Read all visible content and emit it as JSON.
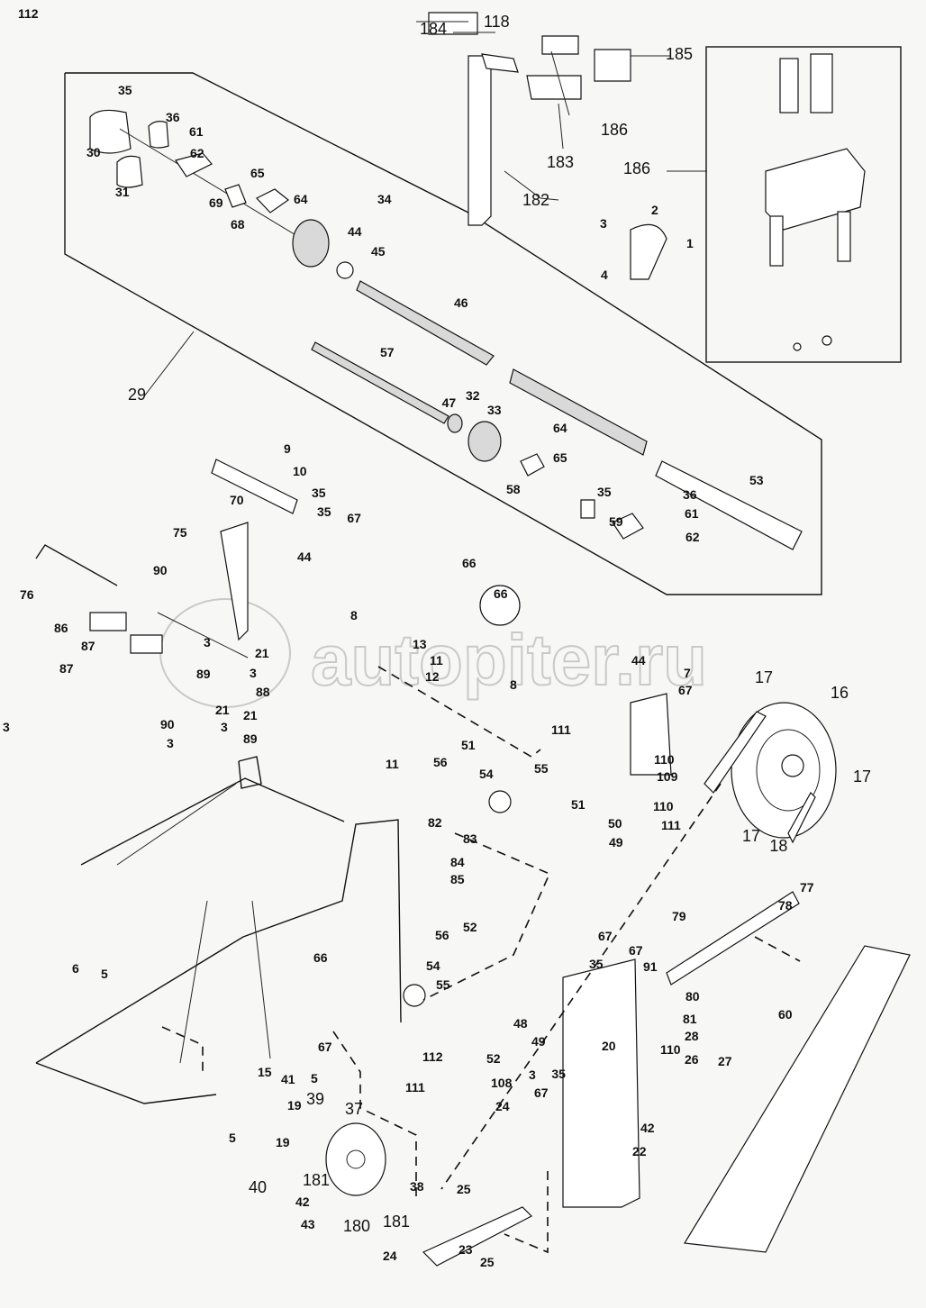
{
  "diagram": {
    "title": "Feeder drive shaft and idler assembly exploded view",
    "watermark": "autopiter.ru",
    "callouts_small": [
      "1",
      "2",
      "3",
      "3",
      "3",
      "3",
      "3",
      "3",
      "3",
      "4",
      "5",
      "5",
      "5",
      "6",
      "7",
      "8",
      "8",
      "9",
      "10",
      "11",
      "11",
      "12",
      "13",
      "15",
      "19",
      "19",
      "20",
      "21",
      "21",
      "21",
      "22",
      "23",
      "24",
      "24",
      "25",
      "25",
      "26",
      "27",
      "28",
      "30",
      "31",
      "32",
      "33",
      "34",
      "35",
      "35",
      "35",
      "35",
      "35",
      "35",
      "36",
      "36",
      "38",
      "41",
      "42",
      "42",
      "43",
      "44",
      "44",
      "44",
      "45",
      "46",
      "47",
      "48",
      "49",
      "49",
      "50",
      "51",
      "51",
      "52",
      "52",
      "53",
      "54",
      "54",
      "55",
      "55",
      "56",
      "56",
      "57",
      "58",
      "59",
      "60",
      "61",
      "61",
      "62",
      "62",
      "64",
      "64",
      "65",
      "65",
      "66",
      "66",
      "66",
      "67",
      "67",
      "67",
      "67",
      "67",
      "67",
      "68",
      "69",
      "70",
      "75",
      "76",
      "77",
      "78",
      "79",
      "80",
      "81",
      "82",
      "83",
      "84",
      "85",
      "86",
      "87",
      "87",
      "88",
      "89",
      "89",
      "90",
      "90",
      "91",
      "108",
      "109",
      "110",
      "110",
      "110",
      "111",
      "111",
      "111",
      "112",
      "112"
    ],
    "callouts_large": [
      "118",
      "184",
      "185",
      "186",
      "186",
      "183",
      "182",
      "29",
      "17",
      "17",
      "17",
      "16",
      "18",
      "40",
      "39",
      "37",
      "181",
      "180",
      "181"
    ]
  }
}
